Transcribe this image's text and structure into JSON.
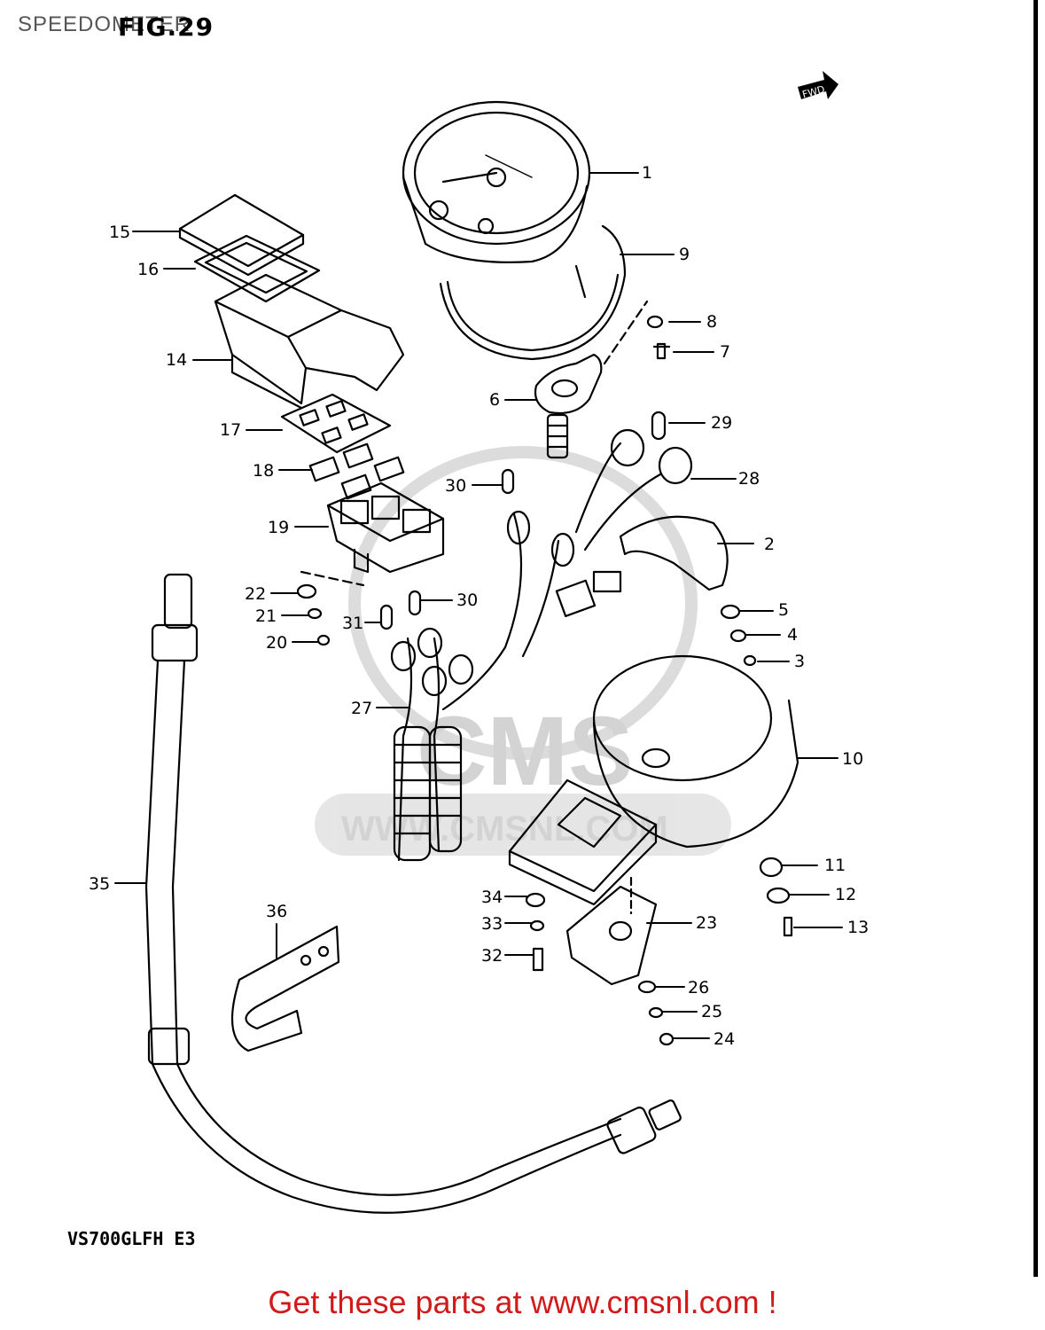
{
  "header": {
    "section_title": "SPEEDOMETER",
    "figure_label": "FIG.29"
  },
  "direction_tag": "FWD",
  "model_label": "VS700GLFH E3",
  "watermark": {
    "logo_text": "CMS",
    "url_text": "WWW.CMSNL.COM"
  },
  "footer": {
    "link_text": "Get these parts at www.cmsnl.com !",
    "color": "#d11a1a"
  },
  "callouts": [
    "1",
    "2",
    "3",
    "4",
    "5",
    "6",
    "7",
    "8",
    "9",
    "10",
    "11",
    "12",
    "13",
    "14",
    "15",
    "16",
    "17",
    "18",
    "19",
    "20",
    "21",
    "22",
    "23",
    "24",
    "25",
    "26",
    "27",
    "28",
    "29",
    "30",
    "30",
    "31",
    "32",
    "33",
    "34",
    "35",
    "36"
  ],
  "colors": {
    "line": "#000000",
    "watermark": "#cfcfcf"
  }
}
